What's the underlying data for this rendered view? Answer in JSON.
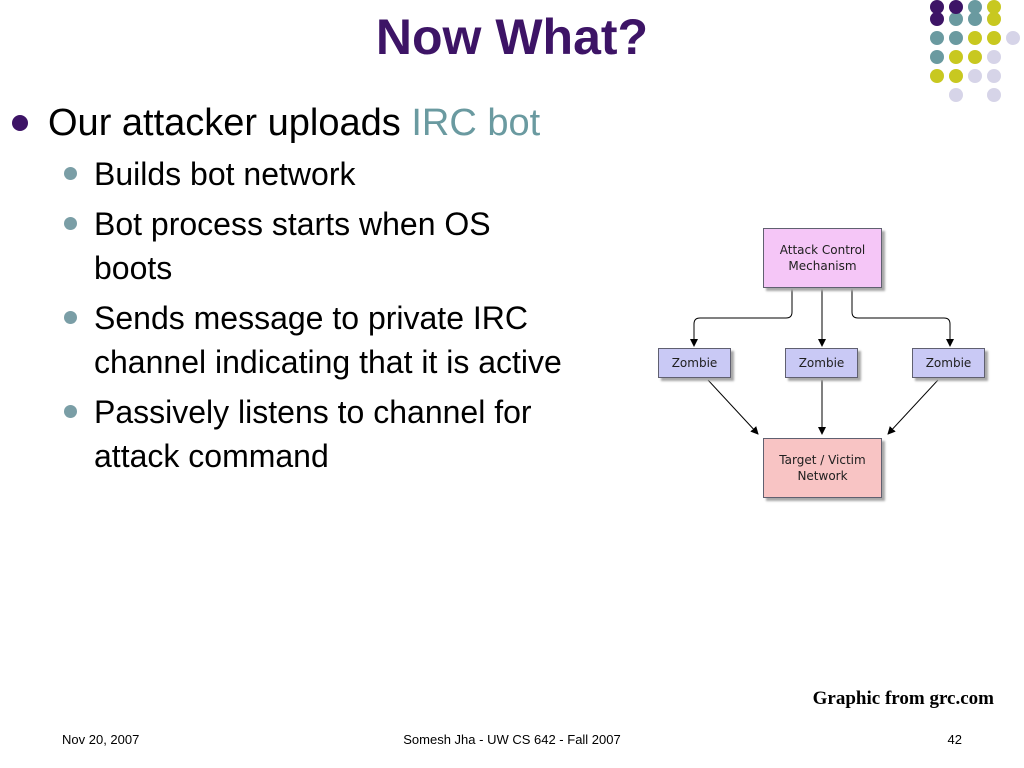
{
  "slide": {
    "title": "Now What?",
    "bullet1": {
      "text": "Our attacker uploads ",
      "accent": "IRC bot"
    },
    "sub_bullets": [
      {
        "text": "Builds bot network"
      },
      {
        "text": "Bot process starts when OS boots"
      },
      {
        "text": "Sends message to private IRC channel indicating that it is active"
      },
      {
        "text": "Passively listens to channel for attack command"
      }
    ],
    "credit": "Graphic from grc.com"
  },
  "diagram": {
    "control": {
      "line1": "Attack Control",
      "line2": "Mechanism"
    },
    "zombies": [
      "Zombie",
      "Zombie",
      "Zombie"
    ],
    "target": {
      "line1": "Target / Victim",
      "line2": "Network"
    }
  },
  "footer": {
    "date": "Nov 20, 2007",
    "course": "Somesh Jha - UW CS 642 - Fall 2007",
    "page": "42"
  },
  "colors": {
    "title": "#3d1466",
    "accent": "#6a9aa0",
    "control_fill": "#f5c6f7",
    "zombie_fill": "#c9c9f5",
    "target_fill": "#f8c4c4",
    "dot_purple": "#3d1466",
    "dot_teal": "#6a9aa0",
    "dot_yellow": "#c8c820",
    "dot_lavender": "#d6d4e8"
  }
}
